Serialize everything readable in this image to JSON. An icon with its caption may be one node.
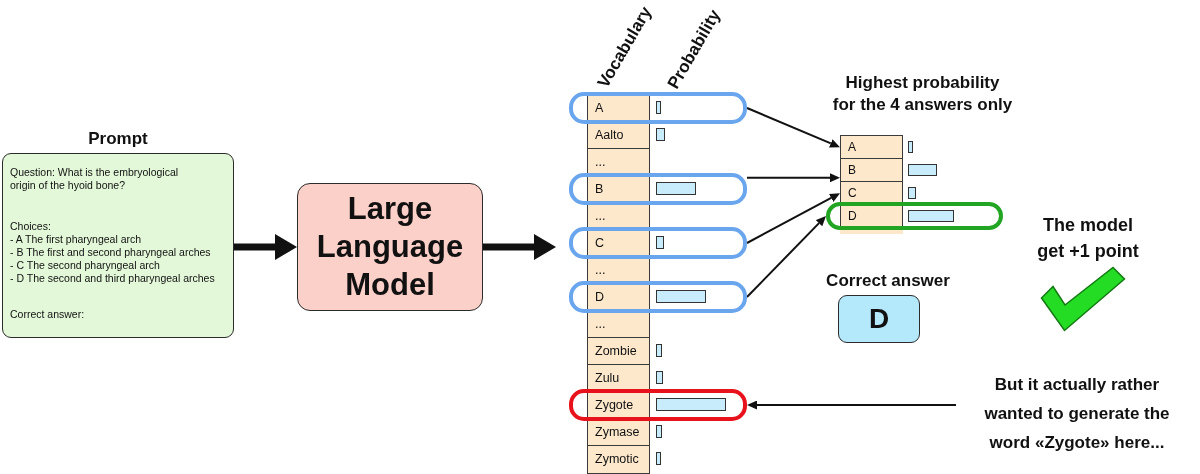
{
  "diagram": {
    "nodes": [
      {
        "text": [
          "Prompt",
          "Question: What is the embryological origin of the hyoid bone?",
          "Choices:",
          "- A The first pharyngeal arch",
          "- B The first and second pharyngeal arches",
          "- C The second pharyngeal arch",
          "- D The second and third pharyngeal arches",
          "Correct answer:"
        ]
      },
      {
        "text": [
          "Large Language Model"
        ]
      },
      {
        "text": [
          "Vocabulary",
          "Probability"
        ]
      },
      {
        "text": [
          "A"
        ],
        "in": 2
      },
      {
        "text": [
          "Aalto"
        ],
        "in": 2
      },
      {
        "text": [
          "..."
        ],
        "in": 2
      },
      {
        "text": [
          "B"
        ],
        "in": 2
      },
      {
        "text": [
          "..."
        ],
        "in": 2
      },
      {
        "text": [
          "C"
        ],
        "in": 2
      },
      {
        "text": [
          "..."
        ],
        "in": 2
      },
      {
        "text": [
          "D"
        ],
        "in": 2
      },
      {
        "text": [
          "..."
        ],
        "in": 2
      },
      {
        "text": [
          "Zombie"
        ],
        "in": 2
      },
      {
        "text": [
          "Zulu"
        ],
        "in": 2
      },
      {
        "text": [
          "Zygote"
        ],
        "in": 2
      },
      {
        "text": [
          "Zymase"
        ],
        "in": 2
      },
      {
        "text": [
          "Zymotic"
        ],
        "in": 2
      },
      {
        "text": [
          "Highest probability for the 4 answers only"
        ]
      },
      {
        "text": [
          "A"
        ],
        "in": 17
      },
      {
        "text": [
          "B"
        ],
        "in": 17
      },
      {
        "text": [
          "C"
        ],
        "in": 17
      },
      {
        "text": [
          "D"
        ],
        "in": 17
      },
      {
        "text": [
          "Correct answer",
          "D"
        ]
      },
      {
        "text": [
          "But it actually rather wanted to generate the word «Zygote» here..."
        ]
      }
    ],
    "edges": [
      {
        "from": 0,
        "to": 1,
        "arrow": "to",
        "style": "thick"
      },
      {
        "from": 1,
        "to": 2,
        "arrow": "to",
        "style": "thick"
      },
      {
        "from": 3,
        "to": 18,
        "arrow": "to"
      },
      {
        "from": 6,
        "to": 19,
        "arrow": "to"
      },
      {
        "from": 8,
        "to": 20,
        "arrow": "to"
      },
      {
        "from": 10,
        "to": 21,
        "arrow": "to"
      },
      {
        "from": 23,
        "to": 14,
        "arrow": "to"
      }
    ],
    "labels": [
      "The model get +1 point"
    ]
  }
}
